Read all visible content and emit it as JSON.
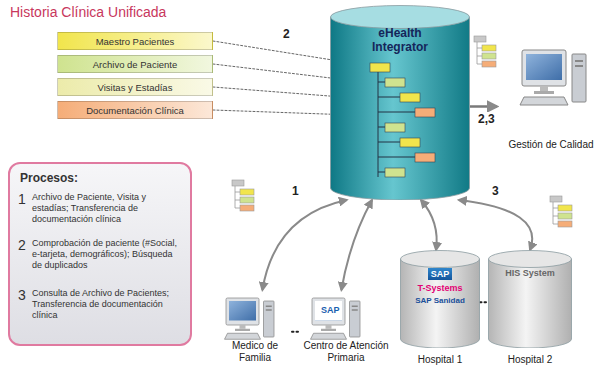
{
  "diagram": {
    "title": "Historia Clínica Unificada",
    "nodes": [
      {
        "text": [
          "Maestro Pacientes"
        ]
      },
      {
        "text": [
          "Archivo de Paciente"
        ]
      },
      {
        "text": [
          "Visitas y Estadías"
        ]
      },
      {
        "text": [
          "Documentación Clínica"
        ]
      },
      {
        "text": [
          "eHealth Integrator"
        ]
      },
      {
        "text": [
          "Gestión de Calidad"
        ]
      },
      {
        "text": [
          "Procesos:"
        ]
      },
      {
        "text": [
          "1",
          "Archivo de Paciente, Visita y estadías; Transferencia de documentación clínica"
        ],
        "in": 6
      },
      {
        "text": [
          "2",
          "Comprobación de paciente (#Social, e-tarjeta, demográficos); Búsqueda de duplicados"
        ],
        "in": 6
      },
      {
        "text": [
          "3",
          "Consulta de Archivo de Pacientes; Transferencia de documentación clínica"
        ],
        "in": 6
      },
      {
        "text": [
          "Medico de Familia"
        ]
      },
      {
        "text": [
          "Centro de Atención Primaria"
        ]
      },
      {
        "text": [
          "SAP",
          "T-Systems",
          "SAP Sanidad",
          "Hospital 1"
        ]
      },
      {
        "text": [
          "HIS System",
          "Hospital 2"
        ]
      }
    ],
    "edges": [
      {
        "from": 0,
        "to": 4,
        "arrow": "none"
      },
      {
        "from": 1,
        "to": 4,
        "arrow": "none"
      },
      {
        "from": 2,
        "to": 4,
        "arrow": "none"
      },
      {
        "from": 3,
        "to": 4,
        "arrow": "none"
      },
      {
        "from": 4,
        "to": 5,
        "label": "2,3",
        "arrow": "to"
      },
      {
        "from": 4,
        "to": 10,
        "label": "1",
        "arrow": "both"
      },
      {
        "from": 4,
        "to": 11,
        "arrow": "both"
      },
      {
        "from": 4,
        "to": 12,
        "arrow": "both"
      },
      {
        "from": 4,
        "to": 13,
        "label": "3",
        "arrow": "both"
      },
      {
        "from": 10,
        "to": 11,
        "arrow": "none"
      },
      {
        "from": 12,
        "to": 13,
        "arrow": "none"
      }
    ],
    "labels": [
      "2",
      "SAP"
    ]
  }
}
